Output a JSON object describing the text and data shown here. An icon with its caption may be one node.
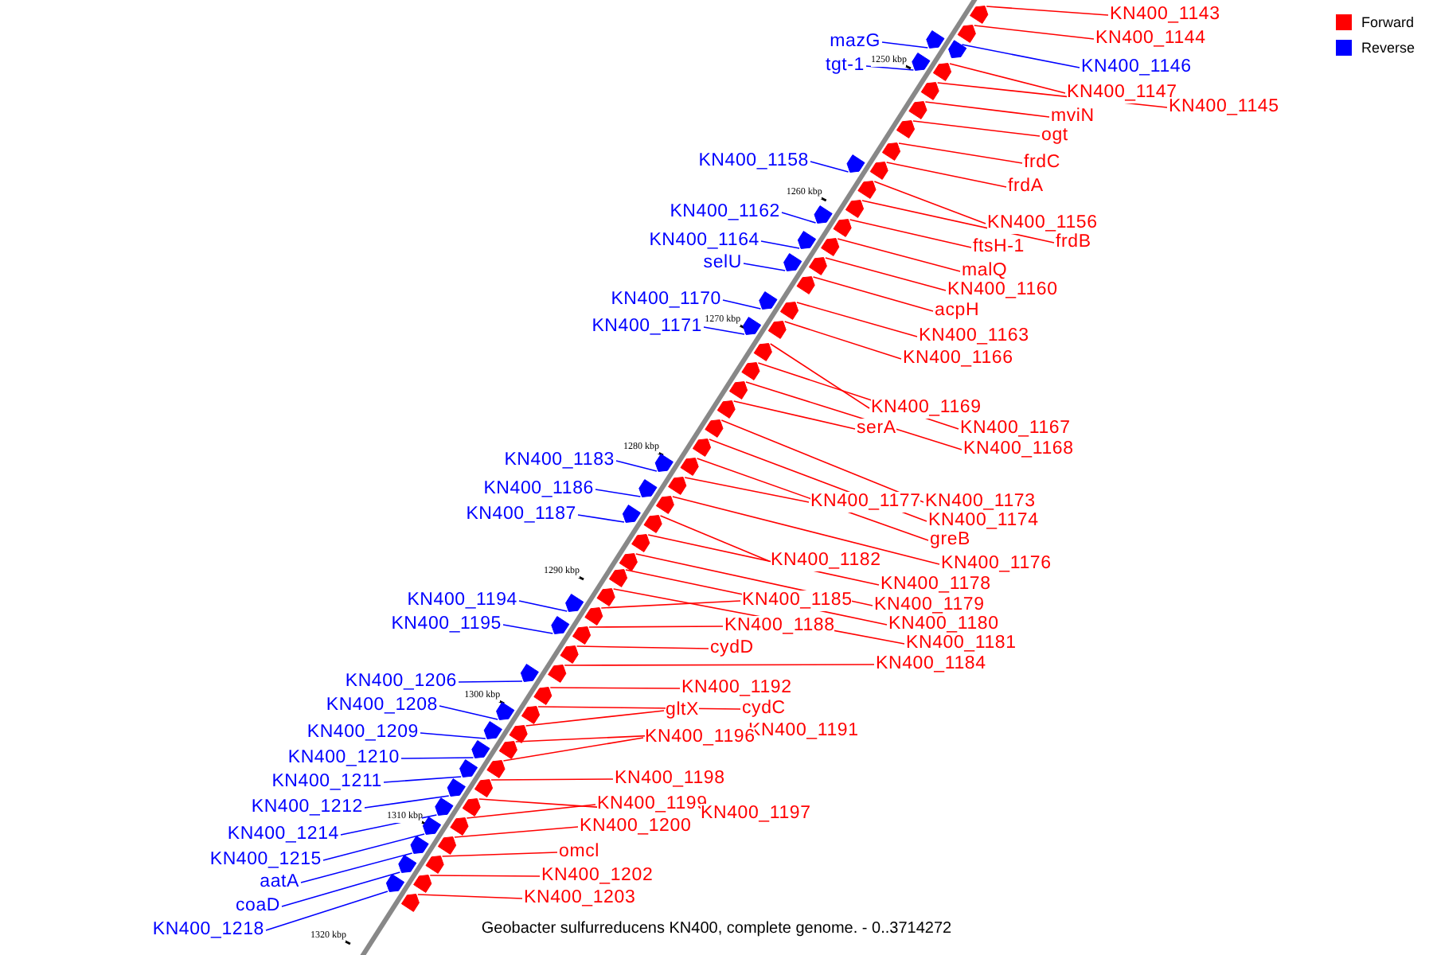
{
  "diagram": {
    "caption": "Geobacter sulfurreducens KN400, complete genome. - 0..3714272",
    "nodes": [
      {
        "text": [
          "KN400_1143"
        ]
      },
      {
        "text": [
          "KN400_1144"
        ]
      },
      {
        "text": [
          "mazG"
        ]
      },
      {
        "text": [
          "tgt-1"
        ]
      },
      {
        "text": [
          "KN400_1146"
        ]
      },
      {
        "text": [
          "KN400_1147"
        ]
      },
      {
        "text": [
          "KN400_1145"
        ]
      },
      {
        "text": [
          "mviN"
        ]
      },
      {
        "text": [
          "ogt"
        ]
      },
      {
        "text": [
          "KN400_1158"
        ]
      },
      {
        "text": [
          "frdC"
        ]
      },
      {
        "text": [
          "frdA"
        ]
      },
      {
        "text": [
          "KN400_1162"
        ]
      },
      {
        "text": [
          "KN400_1156"
        ]
      },
      {
        "text": [
          "KN400_1164"
        ]
      },
      {
        "text": [
          "frdB"
        ]
      },
      {
        "text": [
          "ftsH-1"
        ]
      },
      {
        "text": [
          "selU"
        ]
      },
      {
        "text": [
          "malQ"
        ]
      },
      {
        "text": [
          "KN400_1160"
        ]
      },
      {
        "text": [
          "KN400_1170"
        ]
      },
      {
        "text": [
          "acpH"
        ]
      },
      {
        "text": [
          "KN400_1171"
        ]
      },
      {
        "text": [
          "KN400_1163"
        ]
      },
      {
        "text": [
          "KN400_1166"
        ]
      },
      {
        "text": [
          "KN400_1169"
        ]
      },
      {
        "text": [
          "serA"
        ]
      },
      {
        "text": [
          "KN400_1167"
        ]
      },
      {
        "text": [
          "KN400_1168"
        ]
      },
      {
        "text": [
          "KN400_1183"
        ]
      },
      {
        "text": [
          "KN400_1186"
        ]
      },
      {
        "text": [
          "KN400_1177"
        ]
      },
      {
        "text": [
          "KN400_1173"
        ]
      },
      {
        "text": [
          "KN400_1187"
        ]
      },
      {
        "text": [
          "KN400_1174"
        ]
      },
      {
        "text": [
          "greB"
        ]
      },
      {
        "text": [
          "KN400_1182"
        ]
      },
      {
        "text": [
          "KN400_1176"
        ]
      },
      {
        "text": [
          "KN400_1178"
        ]
      },
      {
        "text": [
          "KN400_1194"
        ]
      },
      {
        "text": [
          "KN400_1185"
        ]
      },
      {
        "text": [
          "KN400_1179"
        ]
      },
      {
        "text": [
          "KN400_1195"
        ]
      },
      {
        "text": [
          "KN400_1180"
        ]
      },
      {
        "text": [
          "KN400_1188"
        ]
      },
      {
        "text": [
          "KN400_1181"
        ]
      },
      {
        "text": [
          "cydD"
        ]
      },
      {
        "text": [
          "KN400_1184"
        ]
      },
      {
        "text": [
          "KN400_1206"
        ]
      },
      {
        "text": [
          "KN400_1192"
        ]
      },
      {
        "text": [
          "KN400_1208"
        ]
      },
      {
        "text": [
          "gltX"
        ]
      },
      {
        "text": [
          "cydC"
        ]
      },
      {
        "text": [
          "KN400_1191"
        ]
      },
      {
        "text": [
          "KN400_1209"
        ]
      },
      {
        "text": [
          "KN400_1196"
        ]
      },
      {
        "text": [
          "KN400_1210"
        ]
      },
      {
        "text": [
          "KN400_1198"
        ]
      },
      {
        "text": [
          "KN400_1211"
        ]
      },
      {
        "text": [
          "KN400_1199"
        ]
      },
      {
        "text": [
          "KN400_1212"
        ]
      },
      {
        "text": [
          "KN400_1197"
        ]
      },
      {
        "text": [
          "KN400_1200"
        ]
      },
      {
        "text": [
          "KN400_1214"
        ]
      },
      {
        "text": [
          "omcl"
        ]
      },
      {
        "text": [
          "KN400_1215"
        ]
      },
      {
        "text": [
          "KN400_1202"
        ]
      },
      {
        "text": [
          "aatA"
        ]
      },
      {
        "text": [
          "KN400_1203"
        ]
      },
      {
        "text": [
          "coaD"
        ]
      },
      {
        "text": [
          "KN400_1218"
        ]
      },
      {
        "text": [],
        "shape": "arrow"
      },
      {
        "text": [],
        "shape": "arrow"
      },
      {
        "text": [],
        "shape": "arrow"
      },
      {
        "text": [],
        "shape": "arrow"
      },
      {
        "text": [],
        "shape": "arrow"
      },
      {
        "text": [],
        "shape": "arrow"
      },
      {
        "text": [],
        "shape": "arrow"
      },
      {
        "text": [],
        "shape": "arrow"
      },
      {
        "text": [],
        "shape": "arrow"
      },
      {
        "text": [],
        "shape": "arrow"
      },
      {
        "text": [],
        "shape": "arrow"
      },
      {
        "text": [],
        "shape": "arrow"
      },
      {
        "text": [],
        "shape": "arrow"
      },
      {
        "text": [],
        "shape": "arrow"
      },
      {
        "text": [],
        "shape": "arrow"
      },
      {
        "text": [],
        "shape": "arrow"
      },
      {
        "text": [],
        "shape": "arrow"
      },
      {
        "text": [],
        "shape": "arrow"
      },
      {
        "text": [],
        "shape": "arrow"
      },
      {
        "text": [],
        "shape": "arrow"
      },
      {
        "text": [],
        "shape": "arrow"
      },
      {
        "text": [],
        "shape": "arrow"
      },
      {
        "text": [],
        "shape": "arrow"
      },
      {
        "text": [],
        "shape": "arrow"
      },
      {
        "text": [],
        "shape": "arrow"
      },
      {
        "text": [],
        "shape": "arrow"
      },
      {
        "text": [],
        "shape": "arrow"
      },
      {
        "text": [],
        "shape": "arrow"
      },
      {
        "text": [],
        "shape": "arrow"
      },
      {
        "text": [],
        "shape": "arrow"
      },
      {
        "text": [],
        "shape": "arrow"
      },
      {
        "text": [],
        "shape": "arrow"
      },
      {
        "text": [],
        "shape": "arrow"
      },
      {
        "text": [],
        "shape": "arrow"
      },
      {
        "text": [],
        "shape": "arrow"
      },
      {
        "text": [],
        "shape": "arrow"
      },
      {
        "text": [],
        "shape": "arrow"
      },
      {
        "text": [],
        "shape": "arrow"
      },
      {
        "text": [],
        "shape": "arrow"
      },
      {
        "text": [],
        "shape": "arrow"
      },
      {
        "text": [],
        "shape": "arrow"
      },
      {
        "text": [],
        "shape": "arrow"
      },
      {
        "text": [],
        "shape": "arrow"
      },
      {
        "text": [],
        "shape": "arrow"
      },
      {
        "text": [],
        "shape": "arrow"
      },
      {
        "text": [],
        "shape": "arrow"
      },
      {
        "text": [],
        "shape": "arrow"
      },
      {
        "text": [],
        "shape": "arrow"
      },
      {
        "text": [],
        "shape": "arrow"
      },
      {
        "text": [],
        "shape": "arrow"
      },
      {
        "text": [],
        "shape": "arrow"
      },
      {
        "text": [],
        "shape": "arrow"
      },
      {
        "text": [],
        "shape": "arrow"
      },
      {
        "text": [],
        "shape": "arrow"
      },
      {
        "text": [],
        "shape": "arrow"
      },
      {
        "text": [],
        "shape": "arrow"
      },
      {
        "text": [],
        "shape": "arrow"
      },
      {
        "text": [],
        "shape": "arrow"
      },
      {
        "text": [],
        "shape": "arrow"
      },
      {
        "text": [],
        "shape": "arrow"
      },
      {
        "text": [],
        "shape": "arrow"
      },
      {
        "text": [],
        "shape": "arrow"
      },
      {
        "text": [],
        "shape": "arrow"
      },
      {
        "text": [],
        "shape": "arrow"
      },
      {
        "text": [],
        "shape": "arrow"
      },
      {
        "text": [],
        "shape": "arrow"
      },
      {
        "text": [],
        "shape": "arrow"
      },
      {
        "text": [],
        "shape": "arrow"
      },
      {
        "text": [],
        "shape": "arrow"
      },
      {
        "text": [],
        "shape": "arrow"
      },
      {
        "text": [],
        "shape": "arrow"
      }
    ],
    "edges": [
      {
        "from": 0,
        "to": 71,
        "arrow": "none"
      },
      {
        "from": 1,
        "to": 72,
        "arrow": "none"
      },
      {
        "from": 2,
        "to": 73,
        "arrow": "none",
        "color": "#0000ff"
      },
      {
        "from": 3,
        "to": 74,
        "arrow": "none",
        "color": "#0000ff"
      },
      {
        "from": 4,
        "to": 75,
        "arrow": "none",
        "color": "#0000ff"
      },
      {
        "from": 5,
        "to": 76,
        "arrow": "none"
      },
      {
        "from": 6,
        "to": 77,
        "arrow": "none"
      },
      {
        "from": 7,
        "to": 78,
        "arrow": "none"
      },
      {
        "from": 8,
        "to": 79,
        "arrow": "none"
      },
      {
        "from": 9,
        "to": 80,
        "arrow": "none",
        "color": "#0000ff"
      },
      {
        "from": 10,
        "to": 81,
        "arrow": "none"
      },
      {
        "from": 11,
        "to": 82,
        "arrow": "none"
      },
      {
        "from": 12,
        "to": 83,
        "arrow": "none",
        "color": "#0000ff"
      },
      {
        "from": 13,
        "to": 84,
        "arrow": "none"
      },
      {
        "from": 14,
        "to": 85,
        "arrow": "none",
        "color": "#0000ff"
      },
      {
        "from": 15,
        "to": 86,
        "arrow": "none"
      },
      {
        "from": 16,
        "to": 87,
        "arrow": "none"
      },
      {
        "from": 17,
        "to": 88,
        "arrow": "none",
        "color": "#0000ff"
      },
      {
        "from": 18,
        "to": 89,
        "arrow": "none"
      },
      {
        "from": 19,
        "to": 90,
        "arrow": "none"
      },
      {
        "from": 20,
        "to": 91,
        "arrow": "none",
        "color": "#0000ff"
      },
      {
        "from": 21,
        "to": 92,
        "arrow": "none"
      },
      {
        "from": 22,
        "to": 93,
        "arrow": "none",
        "color": "#0000ff"
      },
      {
        "from": 23,
        "to": 94,
        "arrow": "none"
      },
      {
        "from": 24,
        "to": 95,
        "arrow": "none"
      },
      {
        "from": 25,
        "to": 96,
        "arrow": "none"
      },
      {
        "from": 26,
        "to": 97,
        "arrow": "none"
      },
      {
        "from": 27,
        "to": 98,
        "arrow": "none"
      },
      {
        "from": 28,
        "to": 99,
        "arrow": "none"
      },
      {
        "from": 29,
        "to": 100,
        "arrow": "none",
        "color": "#0000ff"
      },
      {
        "from": 30,
        "to": 101,
        "arrow": "none",
        "color": "#0000ff"
      },
      {
        "from": 31,
        "to": 102,
        "arrow": "none"
      },
      {
        "from": 32,
        "to": 103,
        "arrow": "none"
      },
      {
        "from": 33,
        "to": 104,
        "arrow": "none",
        "color": "#0000ff"
      },
      {
        "from": 34,
        "to": 105,
        "arrow": "none"
      },
      {
        "from": 35,
        "to": 106,
        "arrow": "none"
      },
      {
        "from": 36,
        "to": 107,
        "arrow": "none"
      },
      {
        "from": 37,
        "to": 108,
        "arrow": "none"
      },
      {
        "from": 38,
        "to": 109,
        "arrow": "none"
      },
      {
        "from": 39,
        "to": 110,
        "arrow": "none",
        "color": "#0000ff"
      },
      {
        "from": 40,
        "to": 111,
        "arrow": "none"
      },
      {
        "from": 41,
        "to": 112,
        "arrow": "none"
      },
      {
        "from": 42,
        "to": 113,
        "arrow": "none",
        "color": "#0000ff"
      },
      {
        "from": 43,
        "to": 114,
        "arrow": "none"
      },
      {
        "from": 44,
        "to": 115,
        "arrow": "none"
      },
      {
        "from": 45,
        "to": 116,
        "arrow": "none"
      },
      {
        "from": 46,
        "to": 117,
        "arrow": "none"
      },
      {
        "from": 47,
        "to": 118,
        "arrow": "none"
      },
      {
        "from": 48,
        "to": 119,
        "arrow": "none",
        "color": "#0000ff"
      },
      {
        "from": 49,
        "to": 120,
        "arrow": "none"
      },
      {
        "from": 50,
        "to": 121,
        "arrow": "none",
        "color": "#0000ff"
      },
      {
        "from": 51,
        "to": 122,
        "arrow": "none"
      },
      {
        "from": 52,
        "to": 123,
        "arrow": "none"
      },
      {
        "from": 53,
        "to": 124,
        "arrow": "none"
      },
      {
        "from": 54,
        "to": 125,
        "arrow": "none",
        "color": "#0000ff"
      },
      {
        "from": 55,
        "to": 126,
        "arrow": "none"
      },
      {
        "from": 56,
        "to": 127,
        "arrow": "none",
        "color": "#0000ff"
      },
      {
        "from": 57,
        "to": 128,
        "arrow": "none"
      },
      {
        "from": 58,
        "to": 129,
        "arrow": "none",
        "color": "#0000ff"
      },
      {
        "from": 59,
        "to": 130,
        "arrow": "none"
      },
      {
        "from": 60,
        "to": 131,
        "arrow": "none",
        "color": "#0000ff"
      },
      {
        "from": 61,
        "to": 132,
        "arrow": "none"
      },
      {
        "from": 62,
        "to": 133,
        "arrow": "none"
      },
      {
        "from": 63,
        "to": 134,
        "arrow": "none",
        "color": "#0000ff"
      },
      {
        "from": 64,
        "to": 135,
        "arrow": "none"
      },
      {
        "from": 65,
        "to": 136,
        "arrow": "none",
        "color": "#0000ff"
      },
      {
        "from": 66,
        "to": 137,
        "arrow": "none"
      },
      {
        "from": 67,
        "to": 138,
        "arrow": "none",
        "color": "#0000ff"
      },
      {
        "from": 68,
        "to": 139,
        "arrow": "none"
      },
      {
        "from": 69,
        "to": 140,
        "arrow": "none",
        "color": "#0000ff"
      },
      {
        "from": 70,
        "to": 141,
        "arrow": "none",
        "color": "#0000ff"
      }
    ],
    "labels": [
      "1250 kbp",
      "1260 kbp",
      "1270 kbp",
      "1280 kbp",
      "1290 kbp",
      "1300 kbp",
      "1310 kbp",
      "1320 kbp"
    ],
    "legend": [
      {
        "text": "Forward",
        "color": "#ff0000"
      },
      {
        "text": "Reverse",
        "color": "#0000ff"
      }
    ]
  }
}
